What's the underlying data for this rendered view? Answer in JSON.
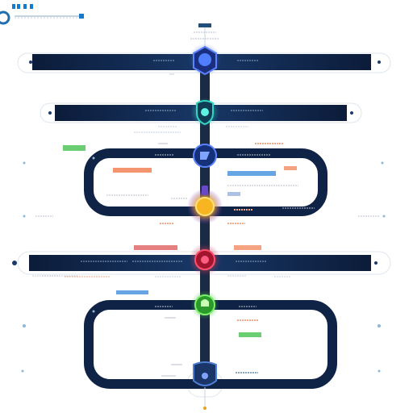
{
  "colors": {
    "background": "#ffffff",
    "bar_dark": "#0f2347",
    "bar_mid": "#1b3a6b",
    "spine": "#1c2b45",
    "loop_stroke": "#173d74",
    "connector": "#c9d3de",
    "dots": "#8fb7d8",
    "logo_ring": "#1f6fb0",
    "header_blue": "#1679c9",
    "pill_blue": "#3e8fdc",
    "pill_orange": "#f07a4a",
    "pill_green": "#47c24f",
    "pill_red": "#d84a4a",
    "pill_gray": "#b8c2cc"
  },
  "nodes": [
    {
      "id": "node-1",
      "name": "blue-hexagon-node",
      "fill": "#2f5fd0",
      "glow": "#4f8cff"
    },
    {
      "id": "node-2",
      "name": "teal-shield-node",
      "fill": "#13a89a",
      "glow": "#2fd6c2"
    },
    {
      "id": "node-3",
      "name": "navy-circle-node",
      "fill": "#1e46b8",
      "glow": "#5d83ff"
    },
    {
      "id": "node-4",
      "name": "amber-bulb-node",
      "fill": "#e6a21a",
      "glow": "#ffd25a"
    },
    {
      "id": "node-5",
      "name": "crimson-circle-node",
      "fill": "#b81e3c",
      "glow": "#ff4f6d"
    },
    {
      "id": "node-6",
      "name": "green-circle-node",
      "fill": "#2fae2f",
      "glow": "#7ef06a"
    },
    {
      "id": "node-7",
      "name": "navy-bottom-node",
      "fill": "#1a3568",
      "glow": "#4f7fd6"
    }
  ]
}
